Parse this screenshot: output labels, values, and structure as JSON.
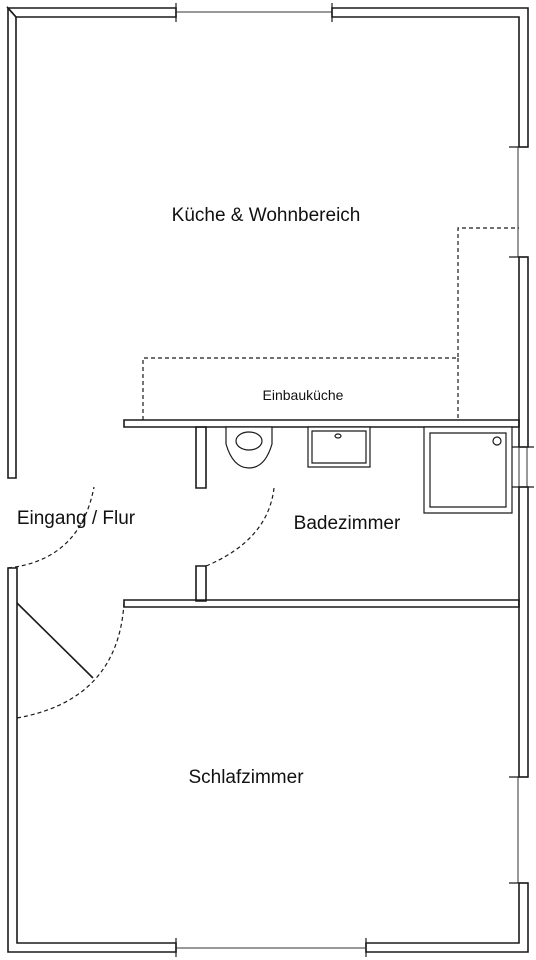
{
  "rooms": {
    "kitchen_living": "Küche & Wohnbereich",
    "fitted_kitchen": "Einbauküche",
    "entrance_hall": "Eingang / Flur",
    "bathroom": "Badezimmer",
    "bedroom": "Schlafzimmer"
  }
}
